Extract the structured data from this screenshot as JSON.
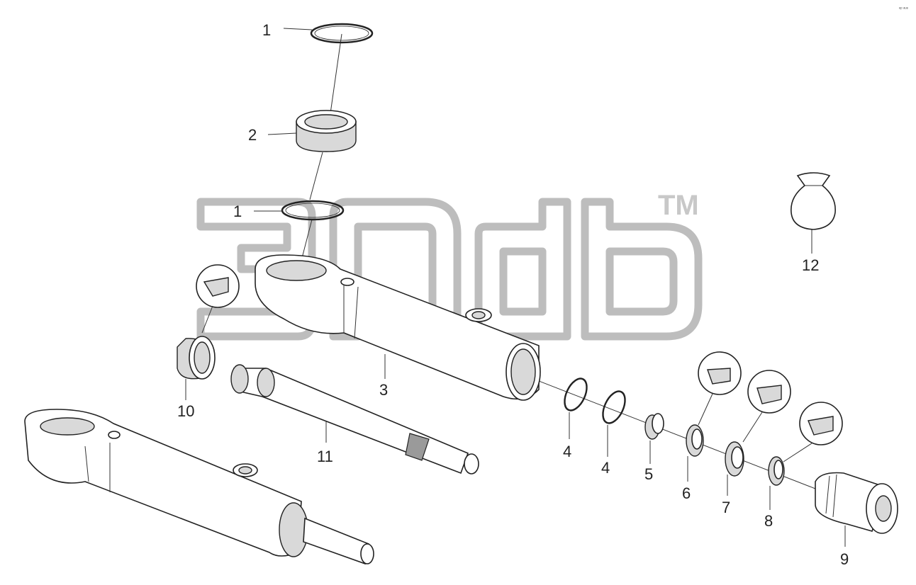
{
  "diagram": {
    "watermark_tm": "TM",
    "corner_mark": "ᵉᵖ ᵃᵘᵉ",
    "callouts": [
      "1",
      "2",
      "1",
      "3",
      "4",
      "4",
      "5",
      "6",
      "7",
      "8",
      "9",
      "10",
      "11",
      "12"
    ]
  }
}
